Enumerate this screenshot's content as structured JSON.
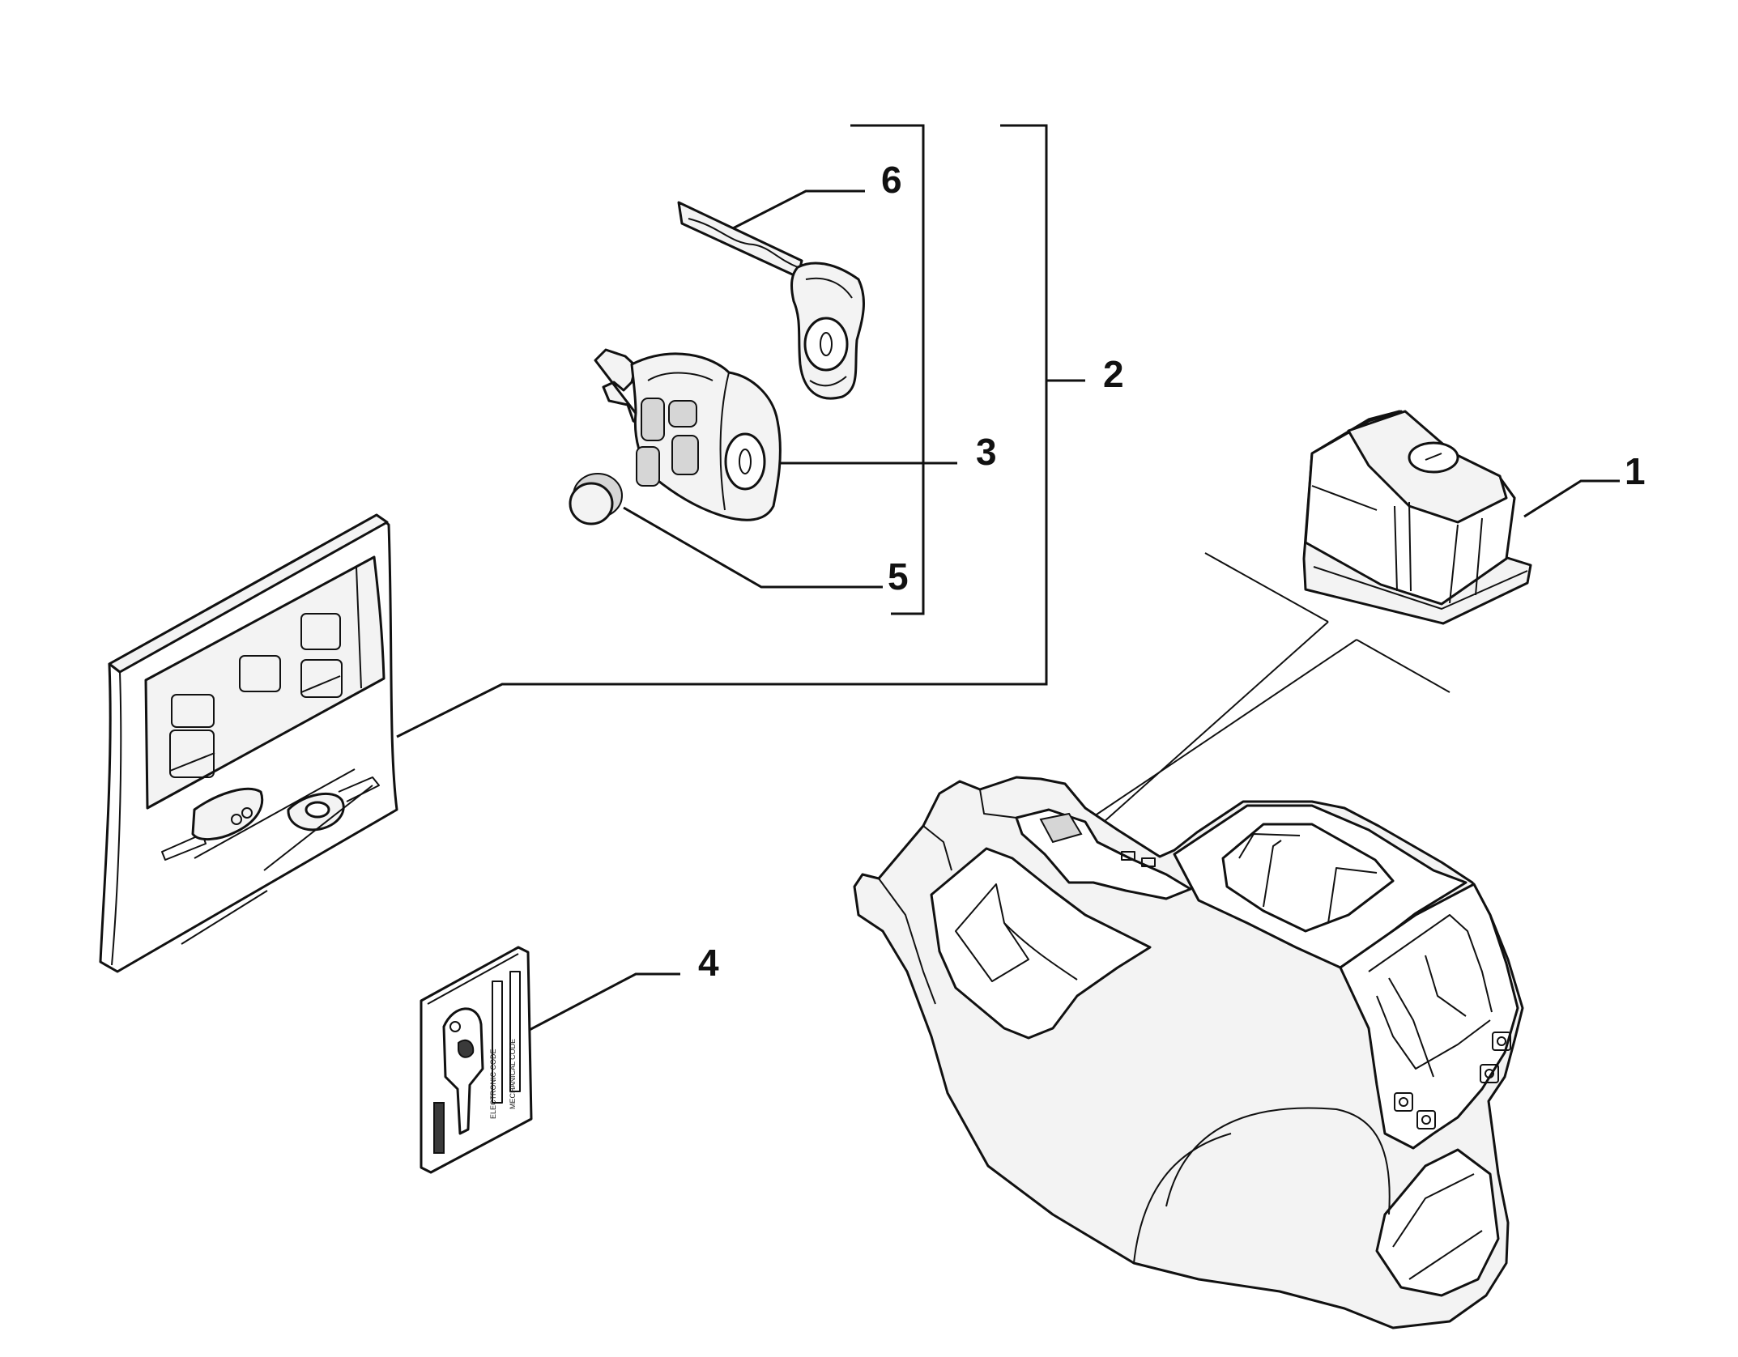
{
  "callouts": [
    {
      "id": "1",
      "label": "1"
    },
    {
      "id": "2",
      "label": "2"
    },
    {
      "id": "3",
      "label": "3"
    },
    {
      "id": "4",
      "label": "4"
    },
    {
      "id": "5",
      "label": "5"
    },
    {
      "id": "6",
      "label": "6"
    }
  ],
  "card": {
    "electronic_code": "ELECTRONIC CODE",
    "mechanical_code": "MECHANICAL CODE"
  }
}
